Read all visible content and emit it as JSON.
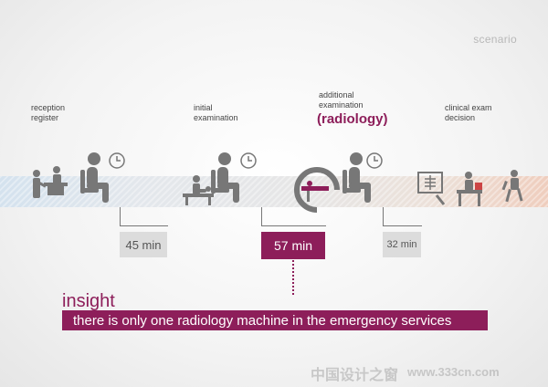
{
  "header": {
    "scenario": "scenario"
  },
  "steps": [
    {
      "label": "reception\nregister"
    },
    {
      "label": "initial\nexamination"
    },
    {
      "label": "additional\nexamination"
    },
    {
      "label": "(radiology)"
    },
    {
      "label": "clinical exam\ndecision"
    }
  ],
  "waits": [
    {
      "text": "45 min",
      "minutes": 45
    },
    {
      "text": "57 min",
      "minutes": 57,
      "highlighted": true
    },
    {
      "text": "32 min",
      "minutes": 32
    }
  ],
  "insight": {
    "title": "insight",
    "text": "there is only one radiology machine in the emergency services"
  },
  "watermark": {
    "chinese": "中国设计之窗",
    "url": "www.333cn.com"
  },
  "icons": [
    "reception-desk-icon",
    "seated-patient-icon",
    "clock-icon",
    "examination-icon",
    "radiology-machine-icon",
    "xray-screen-icon",
    "doctor-desk-icon",
    "walking-patient-icon"
  ],
  "colors": {
    "accent": "#8d1e5a",
    "icon": "#777777",
    "wait_box": "#dcdcdc"
  }
}
